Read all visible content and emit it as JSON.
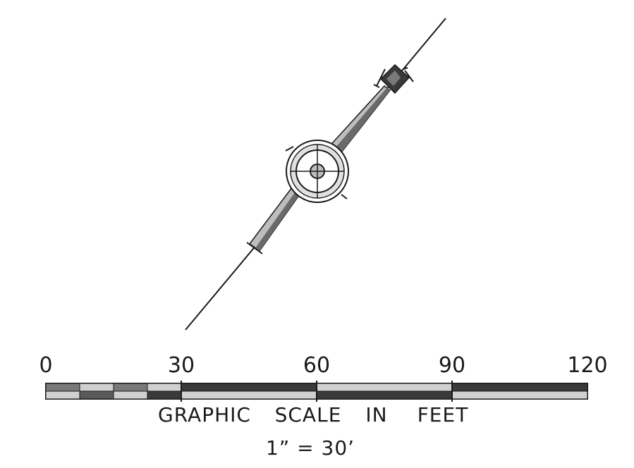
{
  "scale": {
    "ticks": [
      "0",
      "30",
      "60",
      "90",
      "120"
    ],
    "caption_words": [
      "GRAPHIC",
      "SCALE",
      "IN",
      "FEET"
    ],
    "ratio": "1” = 30’"
  },
  "colors": {
    "ink": "#1a1a1a",
    "dark_fill": "#4a4a4a",
    "mid_fill": "#8a8a8a",
    "light_fill": "#c8c8c8",
    "paper": "#ffffff"
  }
}
